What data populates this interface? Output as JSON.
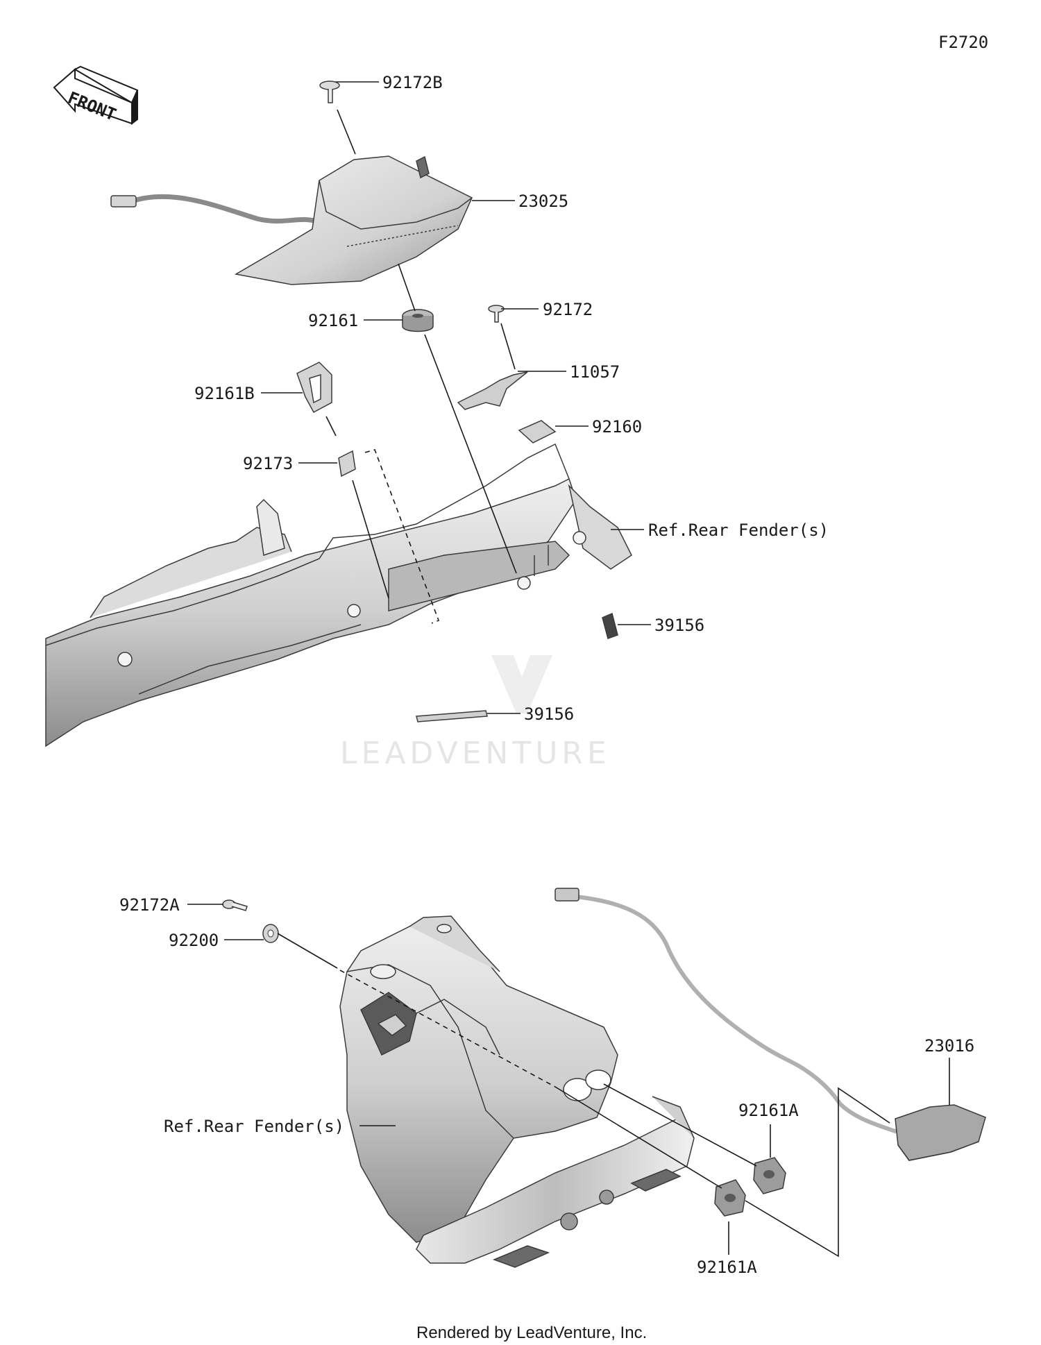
{
  "figure_code": "F2720",
  "front_label": "FRONT",
  "watermark": "LEADVENTURE",
  "footer": "Rendered by LeadVenture, Inc.",
  "top_assembly": {
    "callouts": [
      "92172B",
      "23025",
      "92161",
      "92172",
      "11057",
      "92161B",
      "92160",
      "92173",
      "Ref.Rear Fender(s)",
      "39156",
      "39156"
    ]
  },
  "bottom_assembly": {
    "callouts": [
      "92172A",
      "92200",
      "23016",
      "Ref.Rear Fender(s)",
      "92161A",
      "92161A"
    ]
  },
  "colors": {
    "line": "#1a1a1a",
    "part_light": "#e6e6e6",
    "part_mid": "#c4c4c4",
    "part_dark": "#8e8e8e",
    "watermark": "#e3e3e3"
  }
}
